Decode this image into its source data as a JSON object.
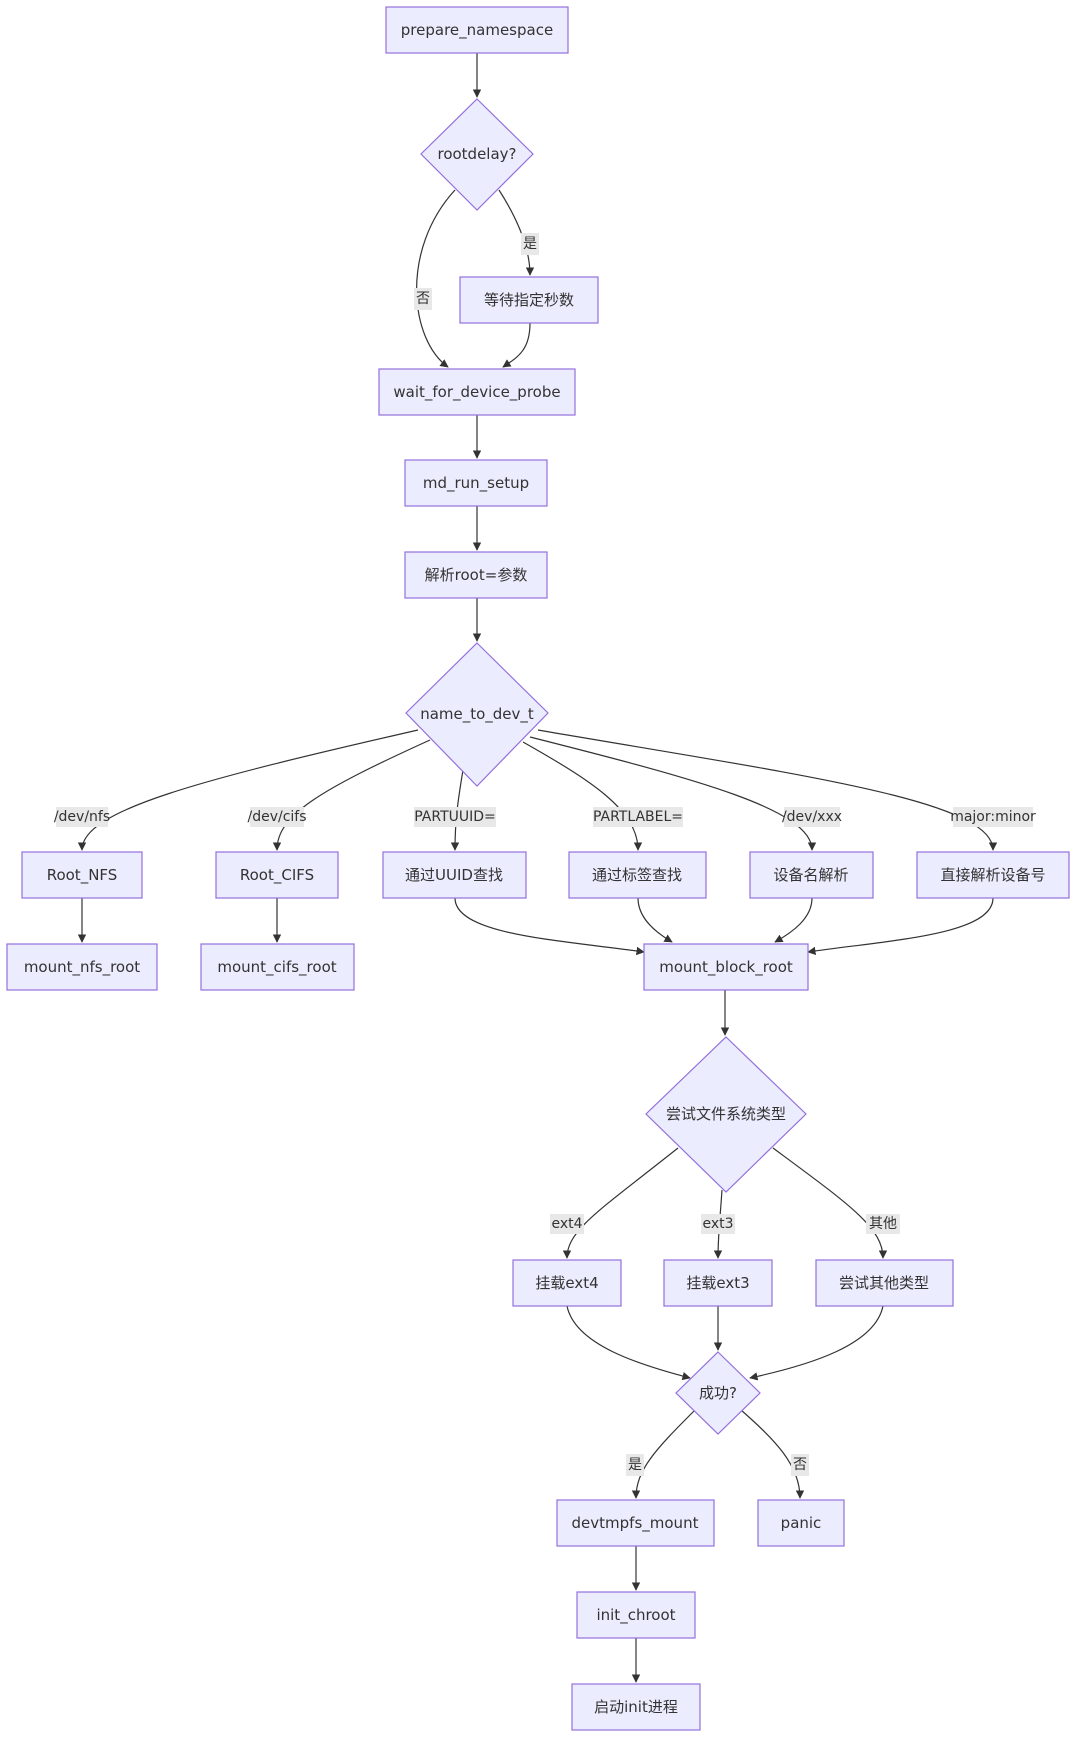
{
  "diagram": {
    "nodes": {
      "prepare_namespace": "prepare_namespace",
      "rootdelay": "rootdelay?",
      "wait_seconds": "等待指定秒数",
      "wait_for_device_probe": "wait_for_device_probe",
      "md_run_setup": "md_run_setup",
      "parse_root": "解析root=参数",
      "name_to_dev_t": "name_to_dev_t",
      "root_nfs": "Root_NFS",
      "root_cifs": "Root_CIFS",
      "find_uuid": "通过UUID查找",
      "find_label": "通过标签查找",
      "devname_parse": "设备名解析",
      "parse_devnum": "直接解析设备号",
      "mount_nfs_root": "mount_nfs_root",
      "mount_cifs_root": "mount_cifs_root",
      "mount_block_root": "mount_block_root",
      "try_fs_type": "尝试文件系统类型",
      "mount_ext4": "挂载ext4",
      "mount_ext3": "挂载ext3",
      "try_other": "尝试其他类型",
      "success": "成功?",
      "devtmpfs_mount": "devtmpfs_mount",
      "panic": "panic",
      "init_chroot": "init_chroot",
      "start_init": "启动init进程"
    },
    "edge_labels": {
      "rootdelay_no": "否",
      "rootdelay_yes": "是",
      "dev_nfs": "/dev/nfs",
      "dev_cifs": "/dev/cifs",
      "partuuid": "PARTUUID=",
      "partlabel": "PARTLABEL=",
      "dev_xxx": "/dev/xxx",
      "major_minor": "major:minor",
      "ext4": "ext4",
      "ext3": "ext3",
      "other": "其他",
      "success_yes": "是",
      "success_no": "否"
    }
  },
  "colors": {
    "node_fill": "#ececff",
    "node_stroke": "#9370db",
    "edge": "#333333",
    "label_bg": "#e8e8e8",
    "text": "#333333"
  }
}
